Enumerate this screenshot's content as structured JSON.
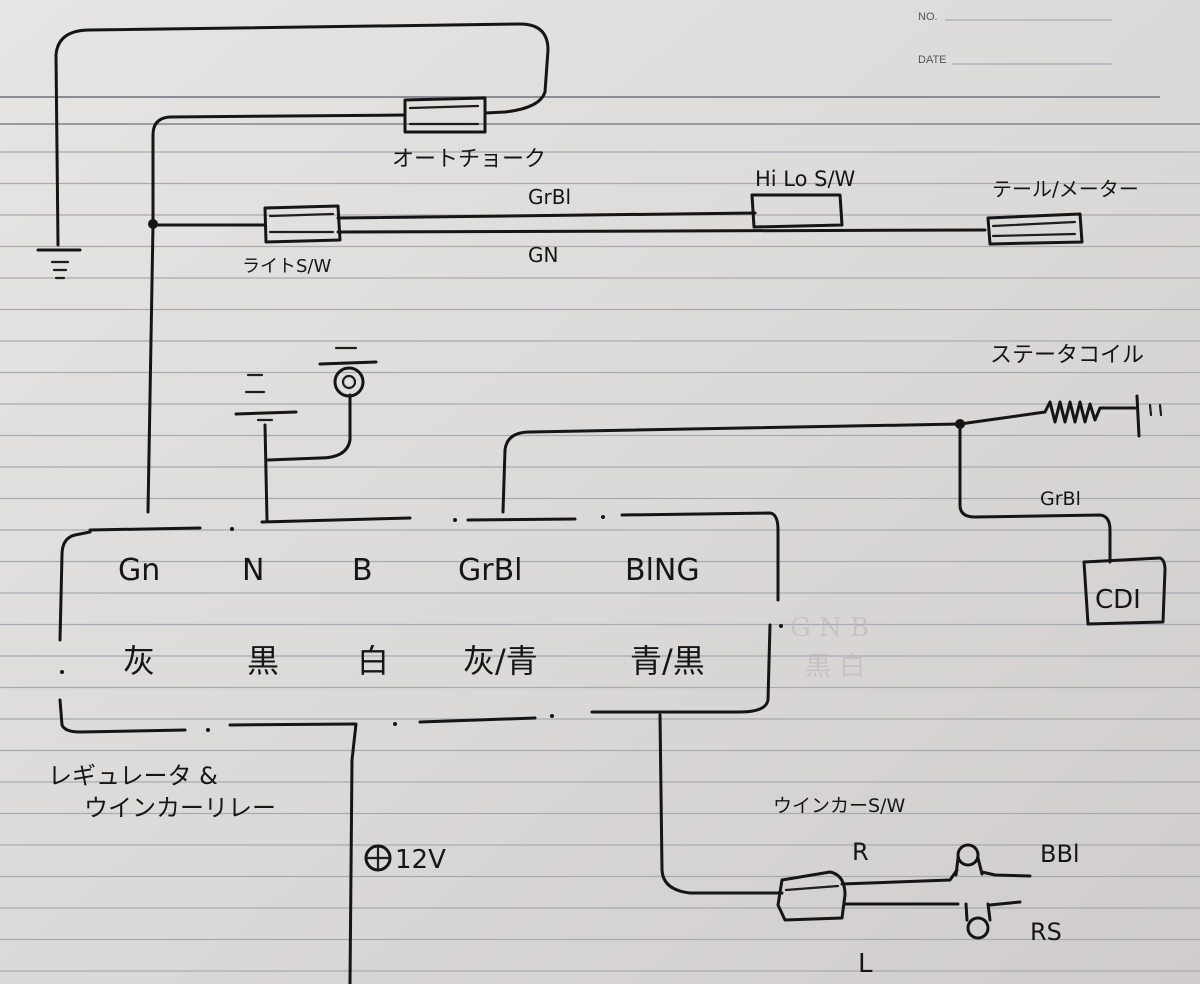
{
  "notebook": {
    "no_label": "NO.",
    "date_label": "DATE"
  },
  "labels": {
    "auto_choke": "オートチョーク",
    "light_sw": "ライトS/W",
    "wire_grbl_top": "GrBl",
    "wire_gn": "GN",
    "hilo_sw": "Hi Lo S/W",
    "tail_meter": "テール/メーター",
    "stator_coil": "ステータコイル",
    "grbl_cdi": "GrBl",
    "cdi": "CDI",
    "regulator_line1": "レギュレータ &",
    "regulator_line2": "ウインカーリレー",
    "plus_12v": "12V",
    "winker_sw": "ウインカーS/W",
    "r_label": "R",
    "l_label": "L",
    "bbl_label": "BBl",
    "rs_label": "RS",
    "ground_sym": "三"
  },
  "connector": {
    "terminals": [
      {
        "code": "Gn",
        "color": "灰"
      },
      {
        "code": "N",
        "color": "黒"
      },
      {
        "code": "B",
        "color": "白"
      },
      {
        "code": "GrBl",
        "color": "灰/青"
      },
      {
        "code": "BlNG",
        "color": "青/黒"
      }
    ]
  }
}
